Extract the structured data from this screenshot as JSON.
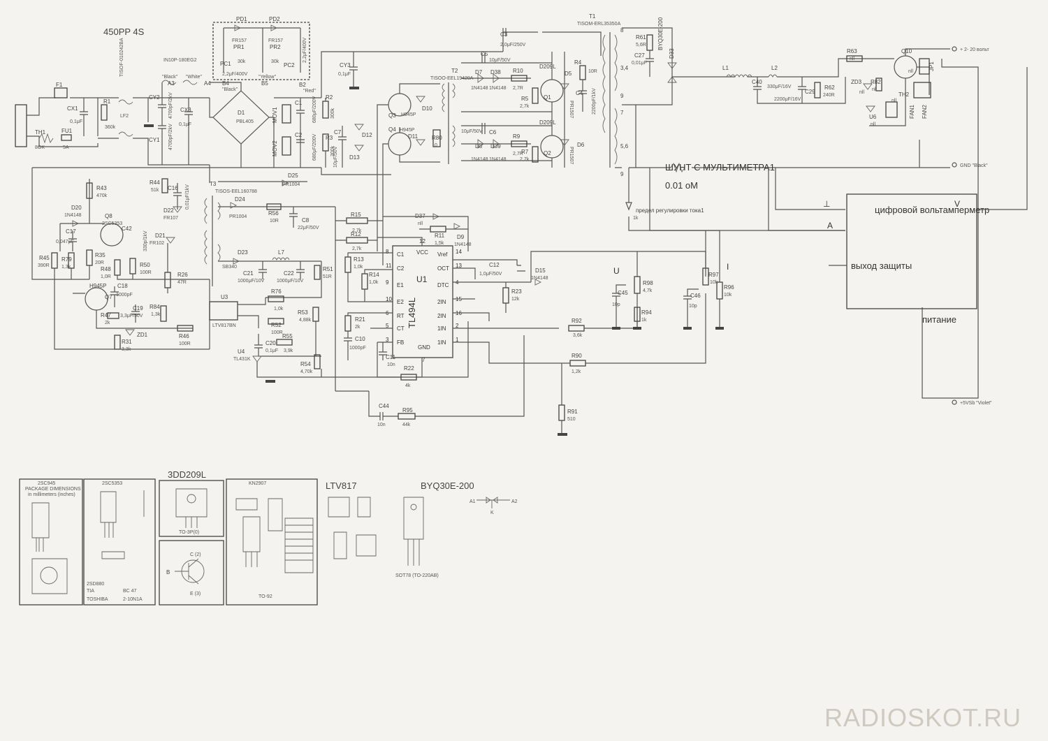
{
  "header": {
    "title": "450PP 4S"
  },
  "watermark": "RADIOSKOT.RU",
  "transformers": {
    "t1": {
      "ref": "T1",
      "part": "TISOM-ERL35350A"
    },
    "t2": {
      "ref": "T2",
      "part": "TISOO-EEL19420A"
    },
    "t3": {
      "ref": "T3",
      "part": "TISOS-EEL160788"
    },
    "lf2": {
      "ref": "LF2",
      "part": "TISOF-010242BA"
    }
  },
  "input": {
    "fuse": {
      "ref": "FU1",
      "value": "5A"
    },
    "thermistor": {
      "ref": "TH1",
      "value": "8OK"
    },
    "cx1": {
      "ref": "CX1",
      "value": "0,1μF"
    },
    "r1": {
      "ref": "R1",
      "value": "360k"
    },
    "cy1": "CY1",
    "cy2": "CY2",
    "cx3": {
      "ref": "CX3",
      "value": "0,1μF"
    },
    "cy_val": "4700pF/2kV",
    "lf_part": "IN10P-180EG2",
    "wire_black": "\"Black\"",
    "wire_white": "\"White\"",
    "wire_yellow": "\"Yellow\"",
    "wire_red": "\"Red\"",
    "a3": "A3",
    "a4": "A4",
    "b4": "B4",
    "b5": "B5",
    "b2": "B2",
    "pd1": "PD1",
    "pd2": "PD2",
    "fr157": "FR157",
    "pr1": {
      "ref": "PR1",
      "value": "30k"
    },
    "pr2": {
      "ref": "PR2",
      "value": "30k"
    },
    "pc1": {
      "ref": "PC1",
      "value": "2,2μF/400V"
    },
    "pc2": {
      "ref": "PC2",
      "value": "2,2μF/400V"
    },
    "bridge": {
      "ref": "D1",
      "part": "PBL405"
    },
    "mov1": "MOV1",
    "mov2": "MOV2",
    "c1": {
      "ref": "C1",
      "value": "680μF/200V"
    },
    "c2": {
      "ref": "C2",
      "value": "680μF/200V"
    },
    "r2": {
      "ref": "R2",
      "value": "300k"
    },
    "r3": {
      "ref": "R3",
      "value": "300k"
    },
    "cy3": {
      "ref": "CY3",
      "value": "0,1μF"
    }
  },
  "power_stage": {
    "c3": {
      "ref": "C3",
      "value": "2,0μF/250V"
    },
    "c5": {
      "ref": "C5",
      "value": "10μF/50V"
    },
    "c6": {
      "ref": "C6",
      "value": "10μF/50V"
    },
    "d7": "D7",
    "d38": "D38",
    "d8": "D8",
    "d39": "D39",
    "d1n4148": "1N4148",
    "r10": {
      "ref": "R10",
      "value": "2,7R"
    },
    "r9": {
      "ref": "R9",
      "value": "2,7R"
    },
    "r5": {
      "ref": "R5",
      "value": "2,7k"
    },
    "r7": {
      "ref": "R7",
      "value": "2,7k"
    },
    "q1": {
      "ref": "Q1",
      "part": "D209L"
    },
    "q2": {
      "ref": "Q2",
      "part": "D209L"
    },
    "q3": {
      "ref": "Q3",
      "part": "H945P"
    },
    "q4": {
      "ref": "Q4",
      "part": "H945P"
    },
    "d5": "D5",
    "d6": "D6",
    "pr1507": "PR1507",
    "r4": {
      "ref": "R4",
      "value": "10R"
    },
    "c4": {
      "ref": "C4",
      "value": "2200pF/1kV"
    },
    "d10": "D10",
    "d11": "D11",
    "r80": {
      "ref": "R80",
      "value": "0"
    },
    "d12": "D12",
    "d13": "D13",
    "c7": {
      "ref": "C7",
      "value": "10μF/50V"
    }
  },
  "output": {
    "r61": {
      "ref": "R61",
      "value": "5,6R"
    },
    "c27": {
      "ref": "C27",
      "value": "0,01μF"
    },
    "d33": {
      "ref": "D33",
      "part": "BYQ30E-200"
    },
    "l1": "L1",
    "l2": "L2",
    "c40": {
      "ref": "C40",
      "value": "330μF/16V"
    },
    "c29": {
      "ref": "C29",
      "value": "2200μF/16V"
    },
    "r62": {
      "ref": "R62",
      "value": "240R"
    },
    "r63": {
      "ref": "R63",
      "value": "nll"
    },
    "q10": {
      "ref": "Q10",
      "value": "nll"
    },
    "zd3": {
      "ref": "ZD3",
      "value": "nll"
    },
    "r82": {
      "ref": "R82",
      "value": "nll"
    },
    "th2": {
      "ref": "TH2",
      "value": "nll"
    },
    "u6": {
      "ref": "U6",
      "value": "nll"
    },
    "jp1": "JP1",
    "fan1": "FAN1",
    "fan2": "FAN2",
    "out_plus": "+ 2- 20 вольт",
    "gnd_label": "GND \"Black\"",
    "vsb_label": "+5VSb \"Violet\"",
    "shunt": "ШУНТ С МУЛЬТИМЕТРА1",
    "shunt_val": "0.01 оМ",
    "current_limit": "предел регулировки тока1",
    "current_limit_val": "1k",
    "winding": [
      "8",
      "3,4",
      "9",
      "7",
      "5,6",
      "9"
    ]
  },
  "meter": {
    "title": "цифровой вольтамперметр",
    "protect": "выход защиты",
    "power": "питание",
    "ground_sym": "⊥",
    "a": "A",
    "v": "V"
  },
  "aux": {
    "r43": {
      "ref": "R43",
      "value": "470k"
    },
    "r44": {
      "ref": "R44",
      "value": "51k"
    },
    "c16": {
      "ref": "C16",
      "value": "0,01μF/1kV"
    },
    "d22": {
      "ref": "D22",
      "part": "FR107"
    },
    "d20": {
      "ref": "D20",
      "part": "1N4148"
    },
    "q8": {
      "ref": "Q8",
      "part": "2SC5353"
    },
    "c42": "C42",
    "c17": {
      "ref": "C17",
      "value": "0,047μF"
    },
    "r45": {
      "ref": "R45",
      "value": "390R"
    },
    "r79": {
      "ref": "R79",
      "value": "1,3k"
    },
    "r35": {
      "ref": "R35",
      "value": "20R"
    },
    "r48": {
      "ref": "R48",
      "value": "1,0R"
    },
    "r50": {
      "ref": "R50",
      "value": "100R"
    },
    "d21": {
      "ref": "D21",
      "part": "FR102"
    },
    "c330": "330p/1kV",
    "r26": {
      "ref": "R26",
      "value": "47R"
    },
    "q7": {
      "ref": "Q7",
      "part": "H945P"
    },
    "c18": {
      "ref": "C18",
      "value": "1000pF"
    },
    "r47": {
      "ref": "R47",
      "value": "2k"
    },
    "c19": {
      "ref": "C19",
      "value": "3,3μF/50V"
    },
    "r84": {
      "ref": "R84",
      "value": "1,3k"
    },
    "zd1": "ZD1",
    "r31": {
      "ref": "R31",
      "value": "3,3k"
    },
    "r46": {
      "ref": "R46",
      "value": "100R"
    },
    "d25": {
      "ref": "D25",
      "part": "PR1004"
    },
    "d24": {
      "ref": "D24",
      "part": "PR1004"
    },
    "r56": {
      "ref": "R56",
      "value": "10R"
    },
    "c8": {
      "ref": "C8",
      "value": "22μF/50V"
    },
    "d23": {
      "ref": "D23",
      "part": "SB340"
    },
    "l7": "L7",
    "c21": {
      "ref": "C21",
      "value": "1000μF/10V"
    },
    "c22": {
      "ref": "C22",
      "value": "1000μF/10V"
    },
    "r51": {
      "ref": "R51",
      "value": "51R"
    },
    "u3": {
      "ref": "U3",
      "part": "LTV817BN"
    },
    "r76": {
      "ref": "R76",
      "value": "1,0k"
    },
    "r52": {
      "ref": "R52",
      "value": "100R"
    },
    "r53": {
      "ref": "R53",
      "value": "4,88k"
    },
    "c20": {
      "ref": "C20",
      "value": "0,1μF"
    },
    "r55": {
      "ref": "R55",
      "value": "3,9k"
    },
    "u4": {
      "ref": "U4",
      "part": "TL431K"
    },
    "r54": {
      "ref": "R54",
      "value": "4,70k"
    }
  },
  "controller": {
    "u1": {
      "ref": "U1",
      "part": "TL494L"
    },
    "pins_left": [
      {
        "n": "8",
        "name": "C1"
      },
      {
        "n": "11",
        "name": "C2"
      },
      {
        "n": "9",
        "name": "E1"
      },
      {
        "n": "10",
        "name": "E2"
      },
      {
        "n": "6",
        "name": "RT"
      },
      {
        "n": "5",
        "name": "CT"
      },
      {
        "n": "3",
        "name": "FB"
      }
    ],
    "pins_right": [
      {
        "n": "14",
        "name": "Vref"
      },
      {
        "n": "13",
        "name": "OCT"
      },
      {
        "n": "4",
        "name": "DTC"
      },
      {
        "n": "15",
        "name": "2IN"
      },
      {
        "n": "16",
        "name": "2IN"
      },
      {
        "n": "2",
        "name": "1IN"
      },
      {
        "n": "1",
        "name": "1IN"
      }
    ],
    "pin_vcc": {
      "n": "12",
      "name": "VCC"
    },
    "pin_gnd": {
      "n": "7",
      "name": "GND"
    },
    "r15": {
      "ref": "R15",
      "value": "2,7k"
    },
    "r12": {
      "ref": "R12",
      "value": "2,7k"
    },
    "r13": {
      "ref": "R13",
      "value": "1,0k"
    },
    "r14": {
      "ref": "R14",
      "value": "1,0k"
    },
    "r21": {
      "ref": "R21",
      "value": "2k"
    },
    "c10": {
      "ref": "C10",
      "value": "1000pF"
    },
    "c11": {
      "ref": "C11",
      "value": "10n"
    },
    "r22": {
      "ref": "R22",
      "value": "4k"
    },
    "d37": {
      "ref": "D37",
      "value": "nll"
    },
    "r11": {
      "ref": "R11",
      "value": "1,5k"
    },
    "d9": {
      "ref": "D9",
      "part": "1N4148"
    },
    "c12": {
      "ref": "C12",
      "value": "1,0μF/50V"
    },
    "d15": {
      "ref": "D15",
      "part": "1N4148"
    },
    "r23": {
      "ref": "R23",
      "value": "12k"
    },
    "r92": {
      "ref": "R92",
      "value": "3,6k"
    },
    "r90": {
      "ref": "R90",
      "value": "1,2k"
    },
    "r91": {
      "ref": "R91",
      "value": "510"
    },
    "c44": {
      "ref": "C44",
      "value": "10n"
    },
    "r95": {
      "ref": "R95",
      "value": "44k"
    },
    "u_label": "U",
    "i_label": "I",
    "r98": {
      "ref": "R98",
      "value": "4,7k"
    },
    "c45": {
      "ref": "C45",
      "value": "10p"
    },
    "r94": {
      "ref": "R94",
      "value": "1k"
    },
    "r97": {
      "ref": "R97",
      "value": "10k"
    },
    "r96": {
      "ref": "R96",
      "value": "10k"
    },
    "c46": {
      "ref": "C46",
      "value": "10p"
    }
  },
  "datasheets": {
    "d1": {
      "title": "2SC945",
      "lines": [
        "PACKAGE DIMENSIONS",
        "in millimeters (inches)"
      ]
    },
    "d2": {
      "title": "2SC5353",
      "footer": [
        "2SD880",
        "TIA",
        "BC 47",
        "TOSHIBA",
        "2-10N1A"
      ]
    },
    "d3": {
      "title": "3DD209L",
      "pkg": "TO-3P(0)",
      "pins": [
        "B",
        "C (2)",
        "E (3)"
      ]
    },
    "d4": {
      "title": "KN2907",
      "pkg": "TO-92"
    },
    "d5": {
      "title": "LTV817"
    },
    "d6": {
      "title": "BYQ30E-200",
      "pkg": "SOT78 (TO-220AB)",
      "pins": [
        "A1",
        "A2",
        "K"
      ]
    }
  }
}
